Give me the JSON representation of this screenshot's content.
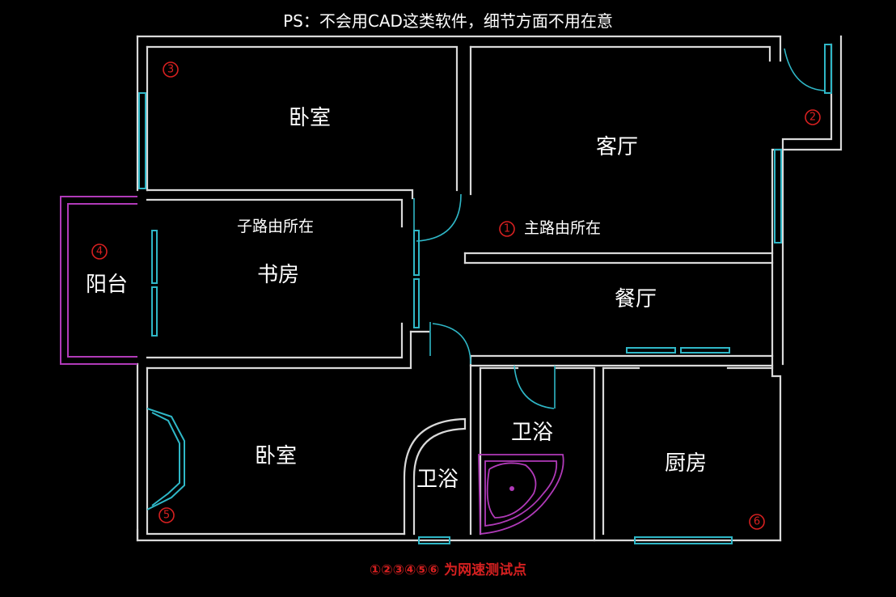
{
  "note": "PS：不会用CAD这类软件，细节方面不用在意",
  "legend": "①②③④⑤⑥ 为网速测试点",
  "rooms": {
    "bedroom_top": "卧室",
    "living_room": "客厅",
    "study": "书房",
    "balcony": "阳台",
    "dining": "餐厅",
    "bedroom_bottom": "卧室",
    "bath_small": "卫浴",
    "bath_main": "卫浴",
    "kitchen": "厨房"
  },
  "router_labels": {
    "sub_router": "子路由所在",
    "main_router": "主路由所在"
  },
  "markers": {
    "m1": "1",
    "m2": "2",
    "m3": "3",
    "m4": "4",
    "m5": "5",
    "m6": "6"
  },
  "colors": {
    "wall": "#d9d9d9",
    "window_door": "#2fb7c7",
    "balcony_fixture": "#b03ab8",
    "marker": "#d62020",
    "background": "#000000"
  }
}
